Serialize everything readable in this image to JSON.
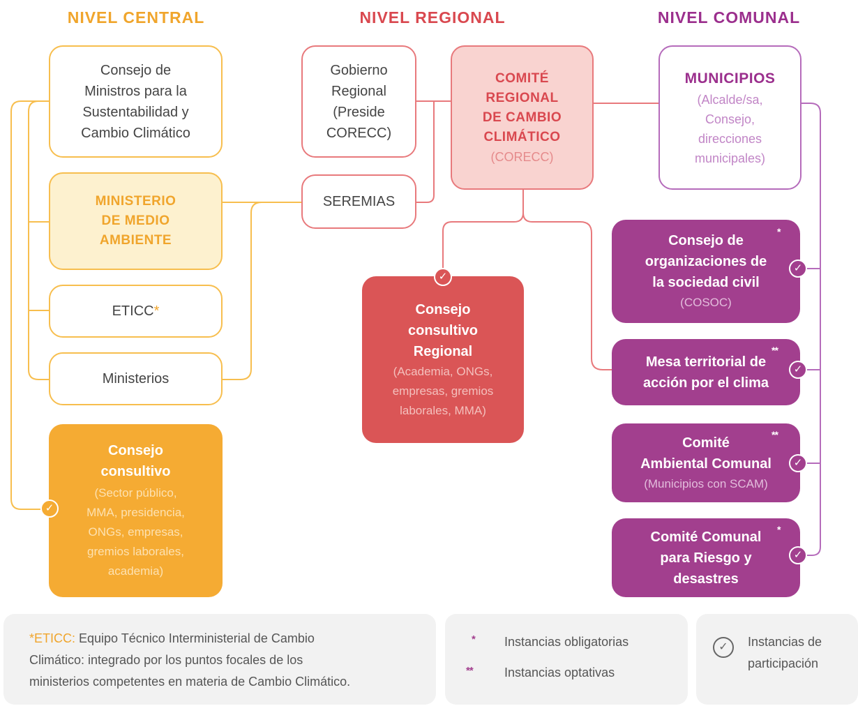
{
  "headers": {
    "central": "NIVEL CENTRAL",
    "regional": "NIVEL REGIONAL",
    "comunal": "NIVEL COMUNAL"
  },
  "central": {
    "consejo_ministros": [
      "Consejo de",
      "Ministros para la",
      "Sustentabilidad y",
      "Cambio Climático"
    ],
    "ministerio_medio_ambiente": [
      "MINISTERIO",
      "DE MEDIO",
      "AMBIENTE"
    ],
    "eticc": "ETICC",
    "eticc_mark": "*",
    "ministerios": "Ministerios",
    "consejo_consultivo": {
      "title": [
        "Consejo",
        "consultivo"
      ],
      "sub": [
        "(Sector público,",
        "MMA, presidencia,",
        "ONGs, empresas,",
        "gremios laborales,",
        "academia)"
      ]
    }
  },
  "regional": {
    "gobierno_regional": [
      "Gobierno",
      "Regional",
      "(Preside",
      "CORECC)"
    ],
    "seremias": "SEREMIAS",
    "corecc": {
      "title": [
        "COMITÉ",
        "REGIONAL",
        "DE CAMBIO",
        "CLIMÁTICO"
      ],
      "sub": "(CORECC)"
    },
    "consejo_consultivo_regional": {
      "title": [
        "Consejo",
        "consultivo",
        "Regional"
      ],
      "sub": [
        "(Academia, ONGs,",
        "empresas, gremios",
        "laborales, MMA)"
      ]
    }
  },
  "comunal": {
    "municipios": {
      "title": "MUNICIPIOS",
      "sub": [
        "(Alcalde/sa,",
        "Consejo,",
        "direcciones",
        "municipales)"
      ]
    },
    "cosoc": {
      "title": [
        "Consejo de",
        "organizaciones de",
        "la sociedad civil"
      ],
      "sub": "(COSOC)",
      "mark": "*"
    },
    "mesa_territorial": {
      "title": [
        "Mesa territorial de",
        "acción por el clima"
      ],
      "mark": "**"
    },
    "comite_ambiental": {
      "title": [
        "Comité",
        "Ambiental Comunal"
      ],
      "sub": "(Municipios con SCAM)",
      "mark": "**"
    },
    "comite_riesgo": {
      "title": [
        "Comité Comunal",
        "para Riesgo y",
        "desastres"
      ],
      "mark": "*"
    }
  },
  "legend": {
    "eticc_key": "*ETICC:",
    "eticc_desc_1": " Equipo Técnico Interministerial de Cambio",
    "eticc_desc_2": "Climático: integrado por los puntos focales de los",
    "eticc_desc_3": "ministerios competentes en materia de Cambio Climático.",
    "single_star": "*",
    "single_star_label": "Instancias obligatorias",
    "double_star": "**",
    "double_star_label": "Instancias optativas",
    "check_label": [
      "Instancias de",
      "participación"
    ]
  },
  "colors": {
    "orange": "#f5ab33",
    "orange_line": "#f7be4e",
    "red": "#da5556",
    "red_line": "#e8797c",
    "purple": "#a23f8e",
    "purple_line": "#b56bbb"
  }
}
